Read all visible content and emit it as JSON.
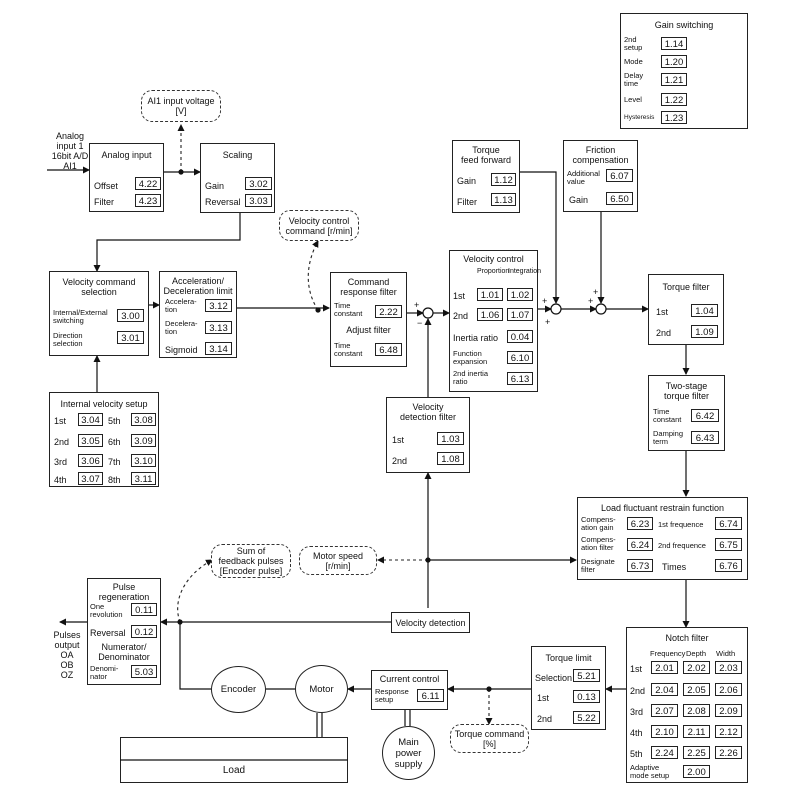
{
  "analog_in": {
    "label": "Analog\ninput 1\n16bit A/D\nAI1"
  },
  "ai1_voltage": {
    "label": "AI1 input voltage\n[V]"
  },
  "analog_input": {
    "title": "Analog input",
    "offset_label": "Offset",
    "offset": "4.22",
    "filter_label": "Filter",
    "filter": "4.23"
  },
  "scaling": {
    "title": "Scaling",
    "gain_label": "Gain",
    "gain": "3.02",
    "reversal_label": "Reversal",
    "reversal": "3.03"
  },
  "torque_ff": {
    "title": "Torque\nfeed forward",
    "gain_label": "Gain",
    "gain": "1.12",
    "filter_label": "Filter",
    "filter": "1.13"
  },
  "friction": {
    "title": "Friction\ncompensation",
    "add_label": "Additional\nvalue",
    "add": "6.07",
    "gain_label": "Gain",
    "gain": "6.50"
  },
  "gain_switching": {
    "title": "Gain switching",
    "setup_label": "2nd\nsetup",
    "setup": "1.14",
    "mode_label": "Mode",
    "mode": "1.20",
    "delay_label": "Delay\ntime",
    "delay": "1.21",
    "level_label": "Level",
    "level": "1.22",
    "hyst_label": "Hysteresis",
    "hyst": "1.23"
  },
  "vel_cmd_label": {
    "label": "Velocity control\ncommand [r/min]"
  },
  "vel_cmd_sel": {
    "title": "Velocity command\nselection",
    "int_ext_label": "Internal/External\nswitching",
    "int_ext": "3.00",
    "dir_label": "Direction\nselection",
    "dir": "3.01"
  },
  "accel": {
    "title": "Acceleration/\nDeceleration limit",
    "acc_label": "Accelera-\ntion",
    "acc": "3.12",
    "dec_label": "Decelera-\ntion",
    "dec": "3.13",
    "sig_label": "Sigmoid",
    "sig": "3.14"
  },
  "cmd_filter": {
    "title": "Command\nresponse filter",
    "tc_label": "Time\nconstant",
    "tc": "2.22",
    "adj_title": "Adjust filter",
    "tc2_label": "Time\nconstant",
    "tc2": "6.48"
  },
  "vel_control": {
    "title": "Velocity control",
    "prop_label": "Proportion",
    "integ_label": "Integration",
    "r1_label": "1st",
    "p1": "1.01",
    "i1": "1.02",
    "r2_label": "2nd",
    "p2": "1.06",
    "i2": "1.07",
    "inertia_label": "Inertia ratio",
    "inertia": "0.04",
    "func_label": "Function\nexpansion",
    "func": "6.10",
    "inertia2_label": "2nd inertia\nratio",
    "inertia2": "6.13"
  },
  "torque_filter": {
    "title": "Torque filter",
    "r1_label": "1st",
    "r1": "1.04",
    "r2_label": "2nd",
    "r2": "1.09"
  },
  "internal_vel": {
    "title": "Internal velocity setup",
    "labels": [
      "1st",
      "2nd",
      "3rd",
      "4th",
      "5th",
      "6th",
      "7th",
      "8th"
    ],
    "values": [
      "3.04",
      "3.05",
      "3.06",
      "3.07",
      "3.08",
      "3.09",
      "3.10",
      "3.11"
    ]
  },
  "vel_det_filter": {
    "title": "Velocity\ndetection filter",
    "r1_label": "1st",
    "r1": "1.03",
    "r2_label": "2nd",
    "r2": "1.08"
  },
  "two_stage": {
    "title": "Two-stage\ntorque filter",
    "tc_label": "Time\nconstant",
    "tc": "6.42",
    "damp_label": "Damping\nterm",
    "damp": "6.43"
  },
  "load_fluct": {
    "title": "Load fluctuant restrain function",
    "cg_label": "Compens-\nation gain",
    "cg": "6.23",
    "cf_label": "Compens-\nation filter",
    "cf": "6.24",
    "df_label": "Designate\nfilter",
    "df": "6.73",
    "f1_label": "1st frequence",
    "f1": "6.74",
    "f2_label": "2nd frequence",
    "f2": "6.75",
    "times_label": "Times",
    "times": "6.76"
  },
  "sum_fb": {
    "label": "Sum of\nfeedback pulses\n[Encoder pulse]"
  },
  "motor_speed": {
    "label": "Motor speed\n[r/min]"
  },
  "pulse_regen": {
    "title": "Pulse\nregeneration",
    "one_rev_label": "One\nrevolution",
    "one_rev": "0.11",
    "reversal_label": "Reversal",
    "reversal": "0.12",
    "num_title": "Numerator/\nDenominator",
    "denom_label": "Denomi-\nnator",
    "denom": "5.03"
  },
  "vel_detection": {
    "label": "Velocity detection"
  },
  "pulses_output": {
    "label": "Pulses\noutput\nOA\nOB\nOZ"
  },
  "notch": {
    "title": "Notch filter",
    "h_freq": "Frequency",
    "h_depth": "Depth",
    "h_width": "Width",
    "rows": [
      {
        "label": "1st",
        "freq": "2.01",
        "depth": "2.02",
        "width": "2.03"
      },
      {
        "label": "2nd",
        "freq": "2.04",
        "depth": "2.05",
        "width": "2.06"
      },
      {
        "label": "3rd",
        "freq": "2.07",
        "depth": "2.08",
        "width": "2.09"
      },
      {
        "label": "4th",
        "freq": "2.10",
        "depth": "2.11",
        "width": "2.12"
      },
      {
        "label": "5th",
        "freq": "2.24",
        "depth": "2.25",
        "width": "2.26"
      }
    ],
    "adaptive_label": "Adaptive\nmode setup",
    "adaptive": "2.00"
  },
  "torque_limit": {
    "title": "Torque limit",
    "sel_label": "Selection",
    "sel": "5.21",
    "r1_label": "1st",
    "r1": "0.13",
    "r2_label": "2nd",
    "r2": "5.22"
  },
  "current_ctrl": {
    "title": "Current control",
    "resp_label": "Response\nsetup",
    "resp": "6.11"
  },
  "torque_cmd": {
    "label": "Torque command\n[%]"
  },
  "encoder": {
    "label": "Encoder"
  },
  "motor": {
    "label": "Motor"
  },
  "main_power": {
    "label": "Main\npower\nsupply"
  },
  "load": {
    "label": "Load"
  },
  "signs": {
    "plus": "+",
    "minus": "−"
  }
}
